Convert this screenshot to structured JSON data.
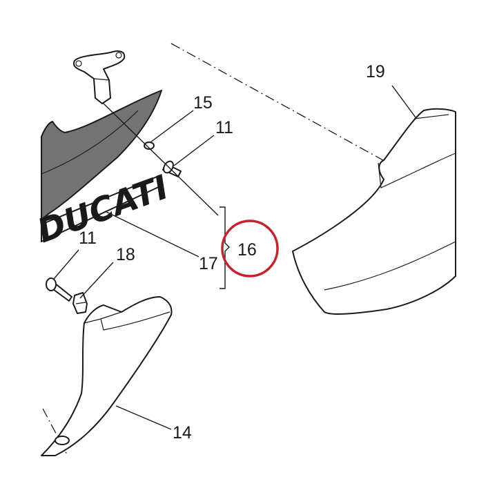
{
  "brand_text": "DUCATI",
  "callouts": {
    "c11_upper": "11",
    "c11_lower": "11",
    "c14": "14",
    "c15": "15",
    "c16": "16",
    "c17": "17",
    "c18": "18",
    "c19": "19"
  },
  "highlight": {
    "target": "16",
    "color": "#c8202c"
  },
  "colors": {
    "fairing_fill": "#737373",
    "line": "#1a1a1a"
  }
}
